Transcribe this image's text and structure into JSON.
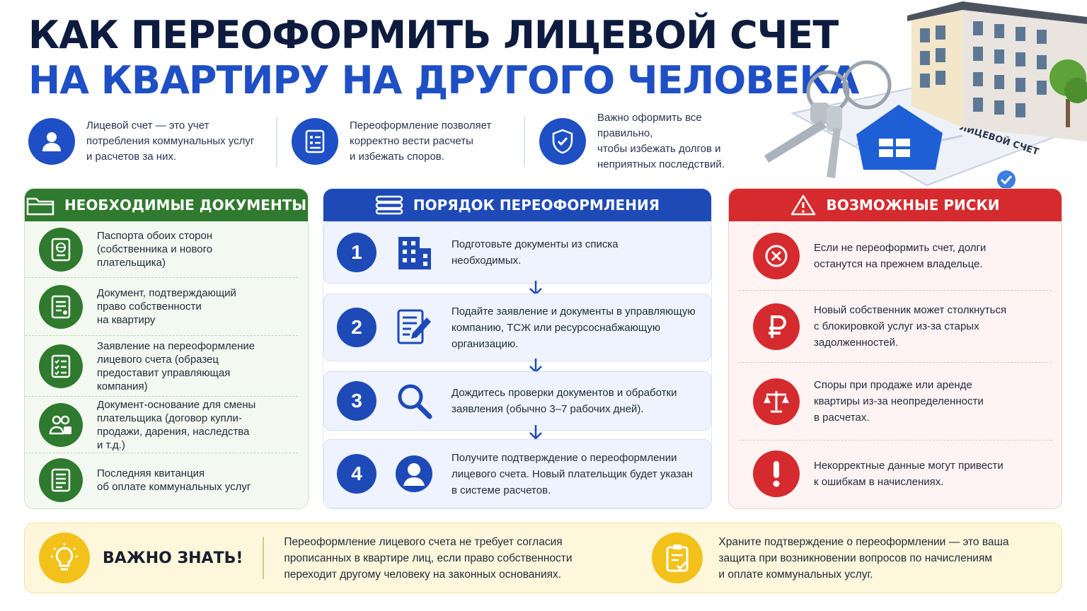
{
  "title": {
    "line1": "КАК ПЕРЕОФОРМИТЬ ЛИЦЕВОЙ СЧЕТ",
    "line2": "НА КВАРТИРУ НА ДРУГОГО ЧЕЛОВЕКА"
  },
  "hero": {
    "document_label": "ЛИЦЕВОЙ СЧЕТ"
  },
  "intro": [
    {
      "icon": "user-icon",
      "text": [
        "Лицевой счет — это учет",
        "потребления коммунальных услуг",
        "и расчетов за них."
      ]
    },
    {
      "icon": "document-icon",
      "text": [
        "Переоформление позволяет",
        "корректно вести расчеты",
        "и избежать споров."
      ]
    },
    {
      "icon": "shield-icon",
      "text": [
        "Важно оформить все правильно,",
        "чтобы избежать долгов и",
        "неприятных последствий."
      ]
    }
  ],
  "documents": {
    "header": "НЕОБХОДИМЫЕ ДОКУМЕНТЫ",
    "items": [
      {
        "icon": "passport-icon",
        "text": [
          "Паспорта обоих сторон",
          "(собственника и нового",
          "плательщика)"
        ]
      },
      {
        "icon": "ownership-document-icon",
        "text": [
          "Документ, подтверждающий",
          "право собственности",
          "на квартиру"
        ]
      },
      {
        "icon": "application-icon",
        "text": [
          "Заявление на переоформление",
          "лицевого счета (образец",
          "предоставит управляющая",
          "компания)"
        ]
      },
      {
        "icon": "people-icon",
        "text": [
          "Документ-основание для смены",
          "плательщика (договор купли-",
          "продажи, дарения, наследства",
          "и т.д.)"
        ]
      },
      {
        "icon": "receipt-icon",
        "text": [
          "Последняя квитанция",
          "об оплате коммунальных услуг"
        ]
      }
    ]
  },
  "steps": {
    "header": "ПОРЯДОК ПЕРЕОФОРМЛЕНИЯ",
    "items": [
      {
        "num": "1",
        "icon": "building-icon",
        "text": [
          "Подготовьте документы из списка",
          "необходимых."
        ]
      },
      {
        "num": "2",
        "icon": "form-pen-icon",
        "text": [
          "Подайте заявление и документы в управляющую",
          "компанию, ТСЖ или ресурсоснабжающую",
          "организацию."
        ]
      },
      {
        "num": "3",
        "icon": "magnifier-icon",
        "text": [
          "Дождитесь проверки документов и обработки",
          "заявления (обычно 3–7 рабочих дней)."
        ]
      },
      {
        "num": "4",
        "icon": "user-icon",
        "text": [
          "Получите подтверждение о переоформлении",
          "лицевого счета. Новый плательщик будет указан",
          "в системе расчетов."
        ]
      }
    ]
  },
  "risks": {
    "header": "ВОЗМОЖНЫЕ РИСКИ",
    "items": [
      {
        "icon": "cross-icon",
        "text": [
          "Если не переоформить счет, долги",
          "останутся на прежнем владельце."
        ]
      },
      {
        "icon": "ruble-icon",
        "text": [
          "Новый собственник может столкнуться",
          "с блокировкой услуг из-за старых",
          "задолженностей."
        ]
      },
      {
        "icon": "scales-icon",
        "text": [
          "Споры при продаже или аренде",
          "квартиры из-за неопределенности",
          "в расчетах."
        ]
      },
      {
        "icon": "exclamation-icon",
        "text": [
          "Некорректные данные могут привести",
          "к ошибкам в начислениях."
        ]
      }
    ]
  },
  "footer": {
    "title": "ВАЖНО ЗНАТЬ!",
    "note1": [
      "Переоформление лицевого счета не требует согласия",
      "прописанных в квартире лиц, если право собственности",
      "переходит другому человеку на законных основаниях."
    ],
    "note2": [
      "Храните подтверждение о переоформлении — это ваша",
      "защита при возникновении вопросов по начислениям",
      "и оплате коммунальных услуг."
    ]
  },
  "colors": {
    "blue": "#1f4fc4",
    "green": "#2f7a2e",
    "red": "#d52b2f",
    "yellow": "#f2c21b"
  }
}
